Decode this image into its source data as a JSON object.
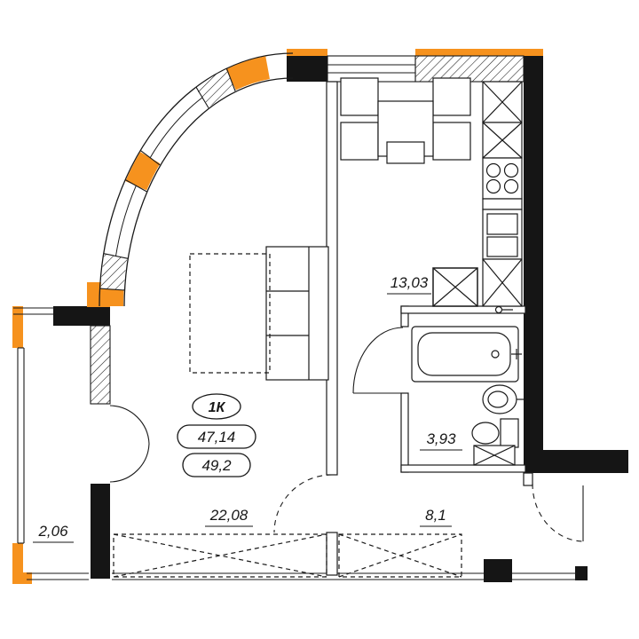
{
  "colors": {
    "accent_orange": "#F6921E",
    "wall_black": "#151515",
    "line_black": "#1a1a1a",
    "background": "#ffffff"
  },
  "badges": {
    "type": "1К",
    "living_area": "47,14",
    "total_area": "49,2"
  },
  "room_areas": {
    "kitchen": "13,03",
    "living_room": "22,08",
    "hallway": "8,1",
    "bathroom": "3,93",
    "balcony": "2,06"
  }
}
